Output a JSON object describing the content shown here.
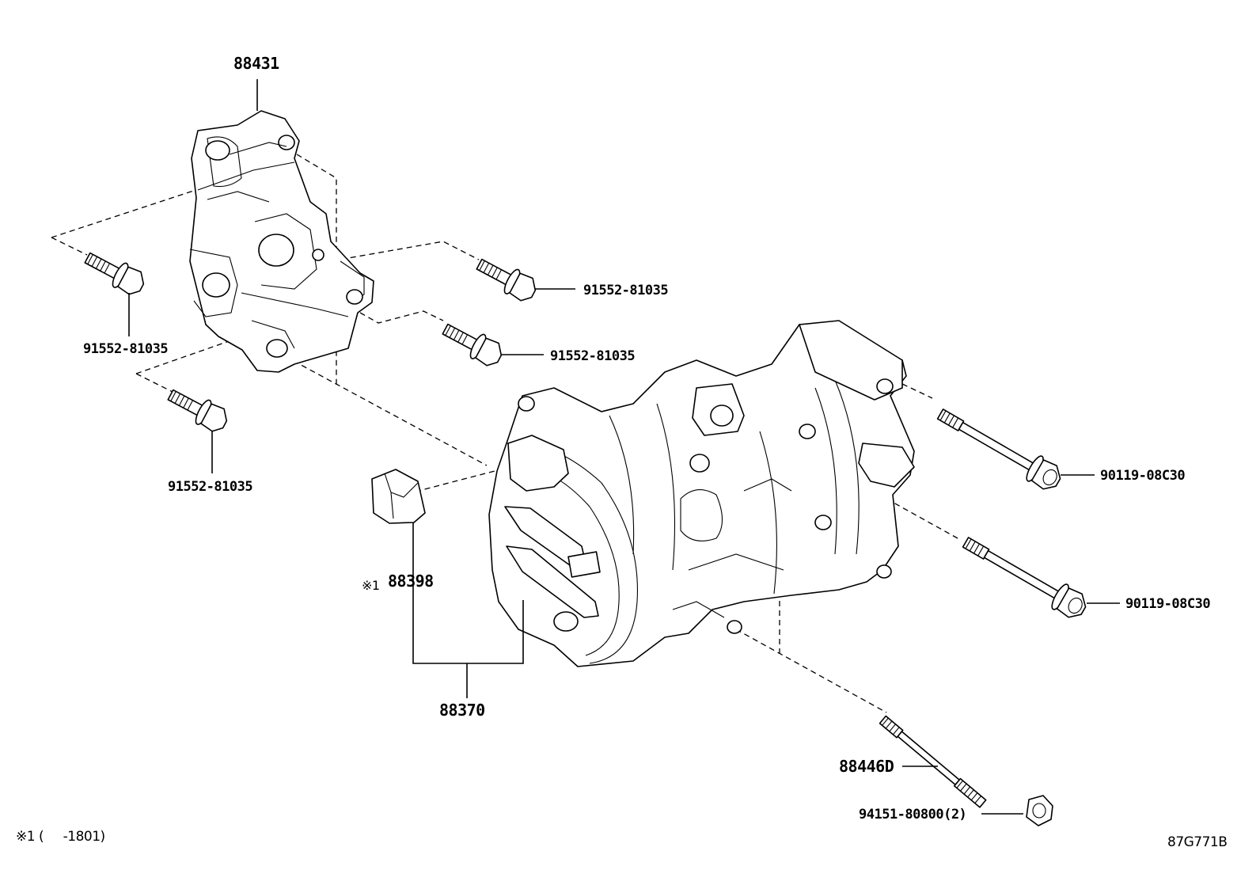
{
  "parts": {
    "bracket": "88431",
    "bolt_left_top": "91552-81035",
    "bolt_left_bottom": "91552-81035",
    "bolt_right_top": "91552-81035",
    "bolt_right_mid": "91552-81035",
    "connector_prefix": "※1",
    "connector": "88398",
    "compressor": "88370",
    "long_bolt_top": "90119-08C30",
    "long_bolt_bottom": "90119-08C30",
    "stud": "88446D",
    "nut": "94151-80800(2)"
  },
  "footnote": "※1 (     -1801)",
  "diagram_code": "87G771B"
}
